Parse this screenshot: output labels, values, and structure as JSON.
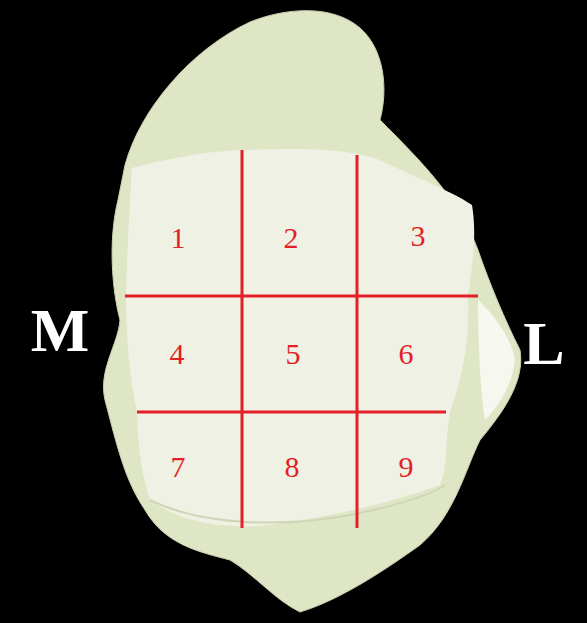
{
  "diagram": {
    "labels": [
      "1",
      "2",
      "3",
      "M",
      "4",
      "5",
      "6",
      "L",
      "7",
      "8",
      "9"
    ]
  }
}
